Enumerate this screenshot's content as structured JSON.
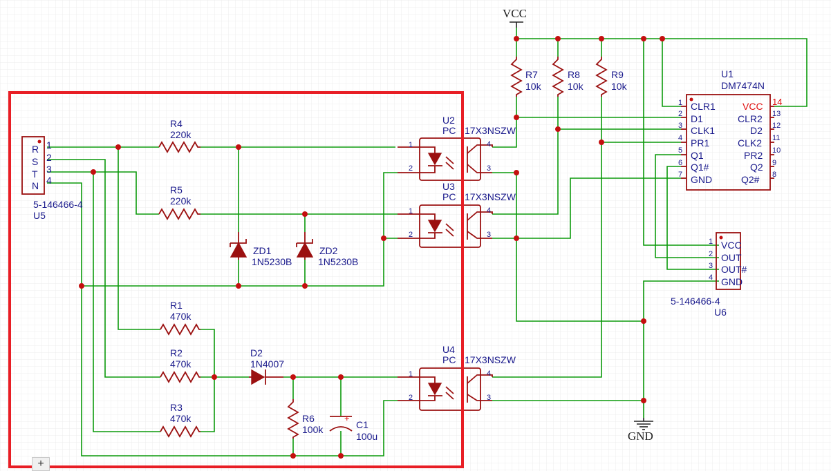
{
  "diagram": {
    "connectors": {
      "U5": {
        "designator": "U5",
        "part": "5-146466-4",
        "pins": [
          "1",
          "2",
          "3",
          "4"
        ],
        "letters": [
          "R",
          "S",
          "T",
          "N"
        ]
      },
      "U6": {
        "designator": "U6",
        "part": "5-146466-4",
        "pins": [
          "1",
          "2",
          "3",
          "4"
        ],
        "signals": [
          "VCC",
          "OUT",
          "OUT#",
          "GND"
        ]
      }
    },
    "resistors": [
      {
        "ref": "R4",
        "value": "220k"
      },
      {
        "ref": "R5",
        "value": "220k"
      },
      {
        "ref": "R1",
        "value": "470k"
      },
      {
        "ref": "R2",
        "value": "470k"
      },
      {
        "ref": "R3",
        "value": "470k"
      },
      {
        "ref": "R6",
        "value": "100k"
      },
      {
        "ref": "R7",
        "value": "10k"
      },
      {
        "ref": "R8",
        "value": "10k"
      },
      {
        "ref": "R9",
        "value": "10k"
      }
    ],
    "zeners": [
      {
        "ref": "ZD1",
        "value": "1N5230B"
      },
      {
        "ref": "ZD2",
        "value": "1N5230B"
      }
    ],
    "diode": {
      "ref": "D2",
      "value": "1N4007"
    },
    "capacitor": {
      "ref": "C1",
      "value": "100u",
      "polarity": "+"
    },
    "optocouplers": [
      {
        "ref": "U2",
        "prefix": "PC",
        "part": "17X3NSZW",
        "pins": [
          "1",
          "2",
          "3",
          "4"
        ]
      },
      {
        "ref": "U3",
        "prefix": "PC",
        "part": "17X3NSZW",
        "pins": [
          "1",
          "2",
          "3",
          "4"
        ]
      },
      {
        "ref": "U4",
        "prefix": "PC",
        "part": "17X3NSZW",
        "pins": [
          "1",
          "2",
          "3",
          "4"
        ]
      }
    ],
    "ic": {
      "ref": "U1",
      "part": "DM7474N",
      "left_pins": [
        {
          "num": "1",
          "name": "CLR1"
        },
        {
          "num": "2",
          "name": "D1"
        },
        {
          "num": "3",
          "name": "CLK1"
        },
        {
          "num": "4",
          "name": "PR1"
        },
        {
          "num": "5",
          "name": "Q1"
        },
        {
          "num": "6",
          "name": "Q1#"
        },
        {
          "num": "7",
          "name": "GND"
        }
      ],
      "right_pins": [
        {
          "num": "14",
          "name": "VCC"
        },
        {
          "num": "13",
          "name": "CLR2"
        },
        {
          "num": "12",
          "name": "D2"
        },
        {
          "num": "11",
          "name": "CLK2"
        },
        {
          "num": "10",
          "name": "PR2"
        },
        {
          "num": "9",
          "name": "Q2"
        },
        {
          "num": "8",
          "name": "Q2#"
        }
      ]
    },
    "power": {
      "vcc": "VCC",
      "gnd": "GND"
    },
    "colors": {
      "wire": "#0b9a0b",
      "component": "#9b1010",
      "junction": "#c40f0f",
      "text": "#1a1a8c",
      "selection": "#e81e25",
      "vcc_pin": "#e01010"
    }
  },
  "ui": {
    "add_tab": "+"
  }
}
